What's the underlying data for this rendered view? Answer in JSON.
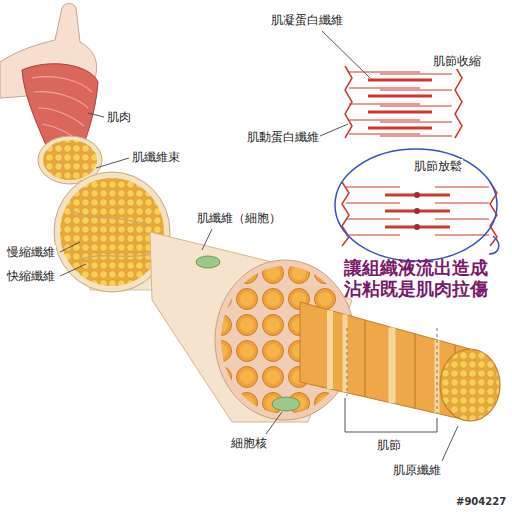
{
  "diagram": {
    "nodes": [
      {
        "text": [
          "肌節放鬆"
        ]
      }
    ],
    "labels": [
      "肌肉",
      "肌纖維束",
      "慢縮纖維",
      "快縮纖維",
      "肌纖維（細胞）",
      "細胞核",
      "肌節",
      "肌原纖維",
      "肌凝蛋白纖維",
      "肌節收縮",
      "肌動蛋白纖維",
      "讓組織液流出造成沾粘既是肌肉拉傷",
      "#904227"
    ]
  }
}
